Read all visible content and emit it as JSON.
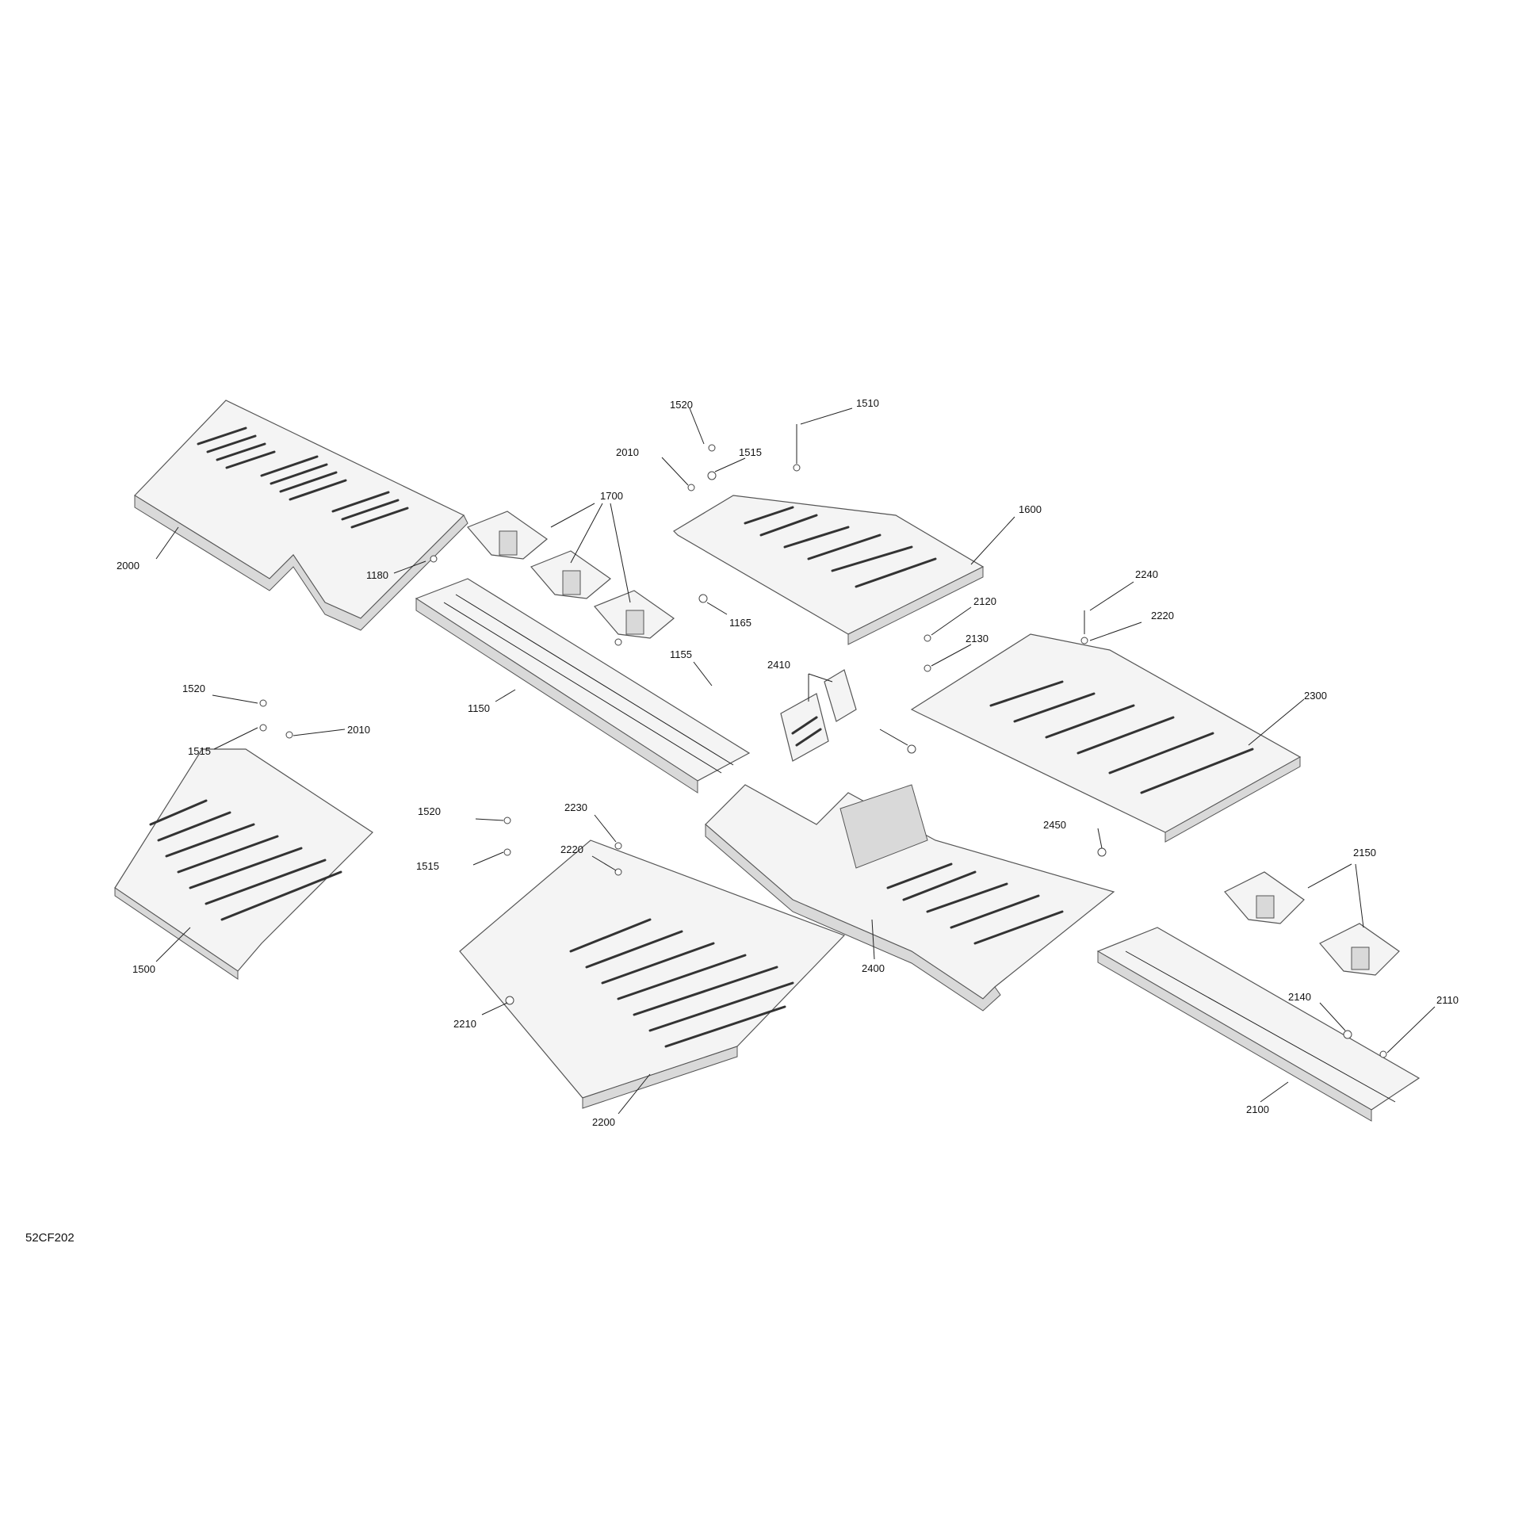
{
  "diagram": {
    "reference_code": "52CF202",
    "callouts": [
      "2000",
      "1700",
      "1180",
      "1150",
      "1155",
      "1520",
      "2010",
      "1515",
      "1510",
      "1600",
      "1165",
      "2240",
      "2220",
      "2120",
      "2130",
      "2410",
      "2300",
      "1500",
      "2230",
      "2450",
      "2400",
      "2150",
      "2210",
      "2200",
      "2140",
      "2110",
      "2100"
    ]
  }
}
